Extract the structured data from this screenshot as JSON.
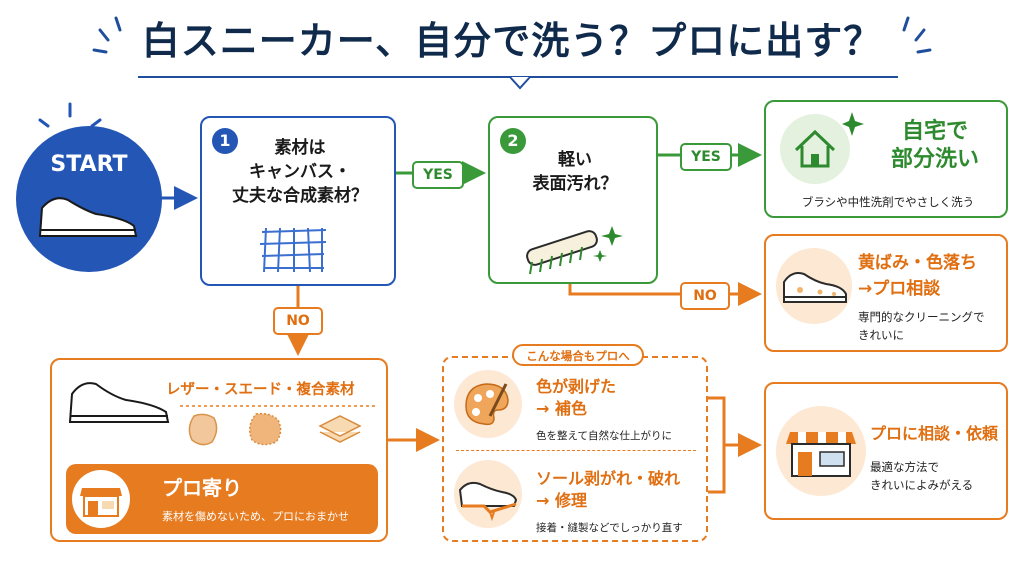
{
  "title": "白スニーカー、自分で洗う？プロに出す？",
  "start": {
    "label": "START"
  },
  "q1": {
    "num": "1",
    "text": "素材は\nキャンバス・\n丈夫な合成素材？"
  },
  "q2": {
    "num": "2",
    "text": "軽い\n表面汚れ？"
  },
  "yes1": "YES",
  "yes2": "YES",
  "no1": "NO",
  "no2": "NO",
  "home": {
    "title": "自宅で\n部分洗い",
    "desc": "ブラシや中性洗剤でやさしく洗う"
  },
  "yellow": {
    "title": "黄ばみ・色落ち\n→プロ相談",
    "desc": "専門的なクリーニングで\nきれいに"
  },
  "leather": {
    "label": "レザー・スエード・複合素材",
    "pro_title": "プロ寄り",
    "pro_desc": "素材を傷めないため、プロにおまかせ"
  },
  "cases": {
    "header": "こんな場合もプロへ",
    "items": [
      {
        "title": "色が剥げた\n→ 補色",
        "desc": "色を整えて自然な仕上がりに"
      },
      {
        "title": "ソール剥がれ・破れ\n→ 修理",
        "desc": "接着・縫製などでしっかり直す"
      }
    ]
  },
  "consult": {
    "title": "プロに相談・依頼",
    "desc": "最適な方法で\nきれいによみがえる"
  },
  "colors": {
    "blue": "#2356b5",
    "green": "#3a9a3a",
    "orange": "#e77b1f",
    "navy": "#102a4c"
  }
}
